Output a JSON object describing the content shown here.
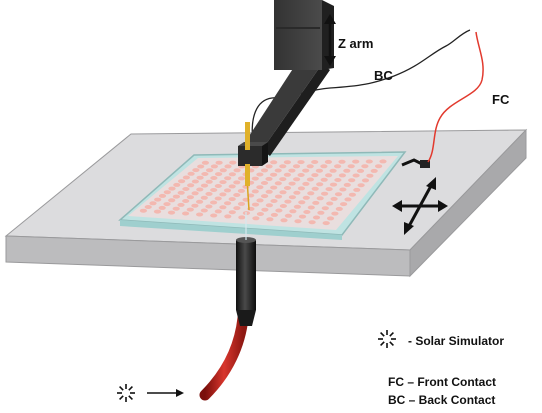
{
  "labels": {
    "z_arm": "Z arm",
    "bc": "BC",
    "fc": "FC",
    "solar_simulator": "- Solar Simulator",
    "legend_fc": "FC – Front Contact",
    "legend_bc": "BC – Back Contact"
  },
  "icons": {
    "sun": "sun-burst-icon",
    "move": "four-way-arrow-icon",
    "z_move": "double-vertical-arrow-icon"
  },
  "colors": {
    "stage": "#dcdcde",
    "substrate": "#bfe3e2",
    "cells": "#f3b8b0",
    "fc_wire": "#e23a2e",
    "bc_wire": "#222222",
    "probe": "#e0b12a",
    "fiber": "#c4261f"
  }
}
